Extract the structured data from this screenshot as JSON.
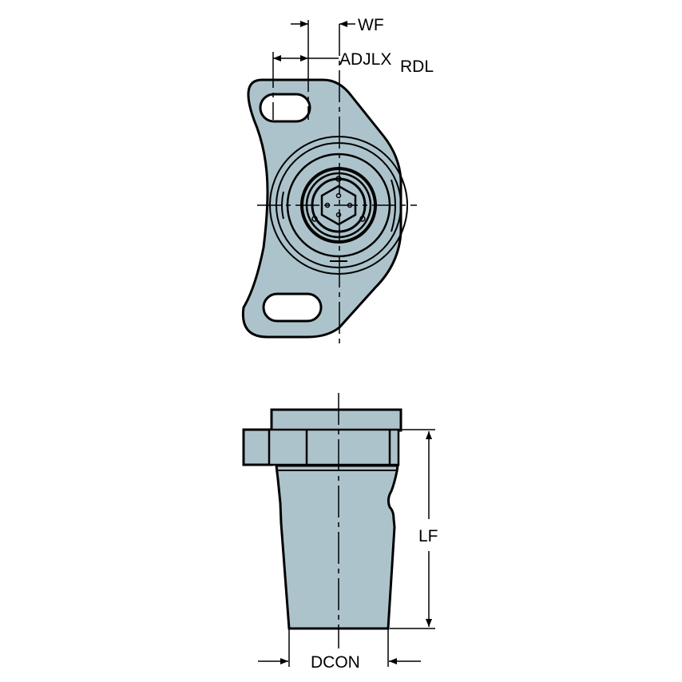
{
  "diagram": {
    "type": "technical-drawing",
    "subject": "tool holder adaptor (top view and side view)",
    "fill_color": "#adc3cc",
    "line_color": "#000000",
    "background": "#ffffff"
  },
  "top_view": {
    "labels": {
      "wf": "WF",
      "adjlx": "ADJLX",
      "rdl": "RDL"
    }
  },
  "side_view": {
    "labels": {
      "lf": "LF",
      "dcon": "DCON"
    }
  }
}
